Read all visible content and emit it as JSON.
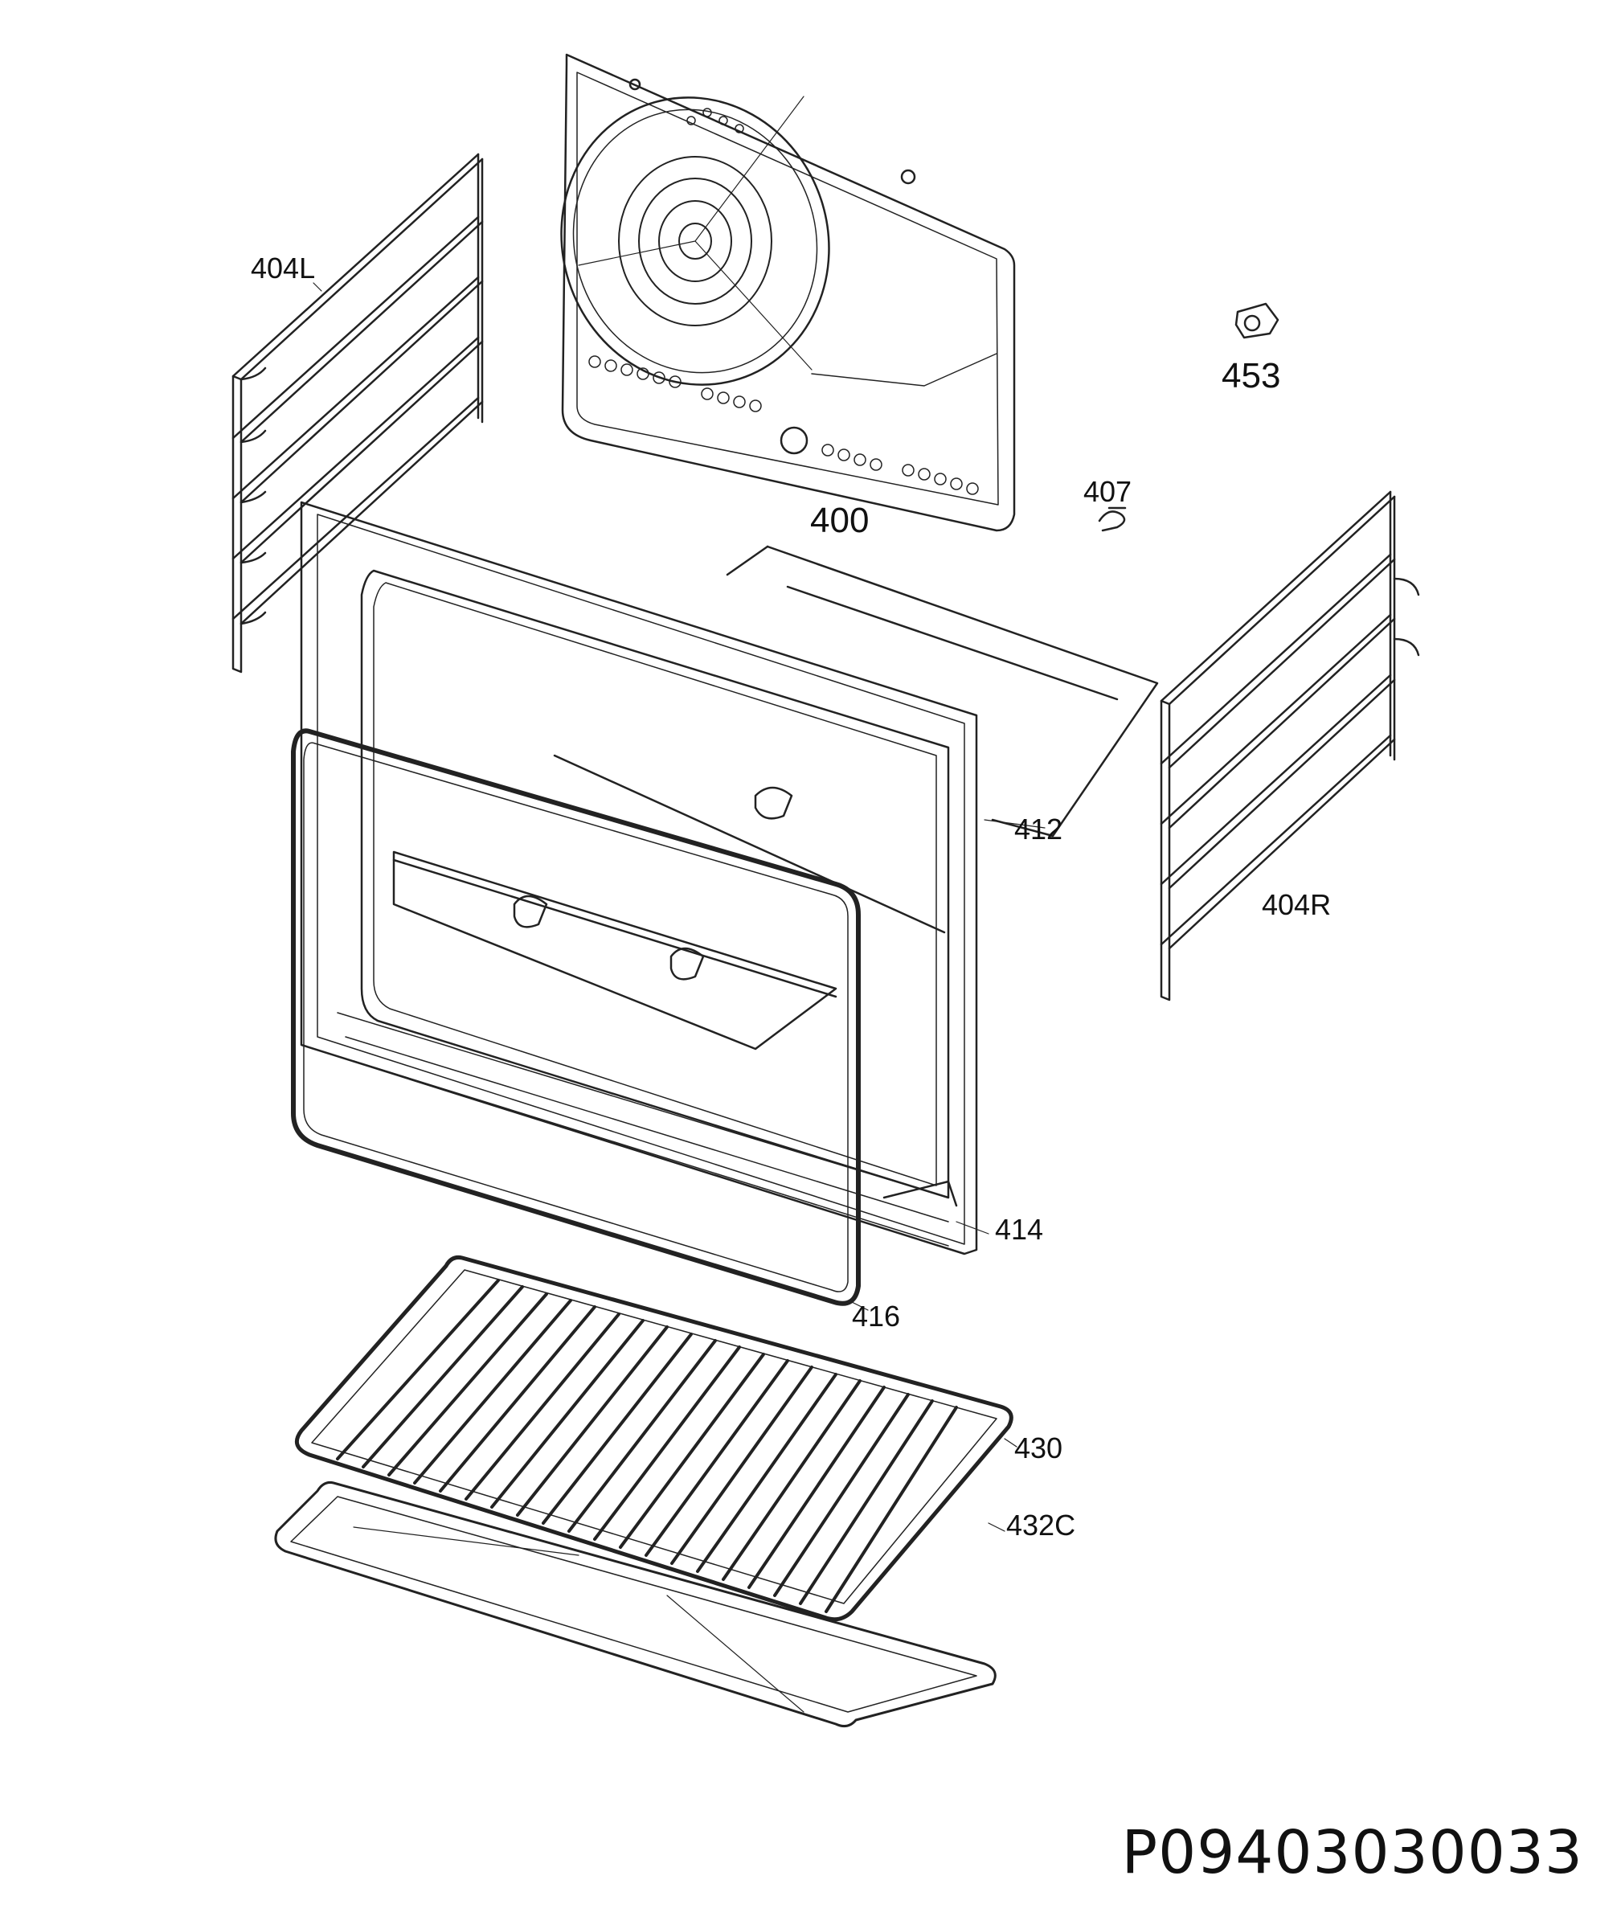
{
  "labels": {
    "p404l": "404L",
    "p400": "400",
    "p453": "453",
    "p407": "407",
    "p412": "412",
    "p404r": "404R",
    "p414": "414",
    "p416": "416",
    "p430": "430",
    "p432c": "432C"
  },
  "drawing_id": "P09403030033"
}
